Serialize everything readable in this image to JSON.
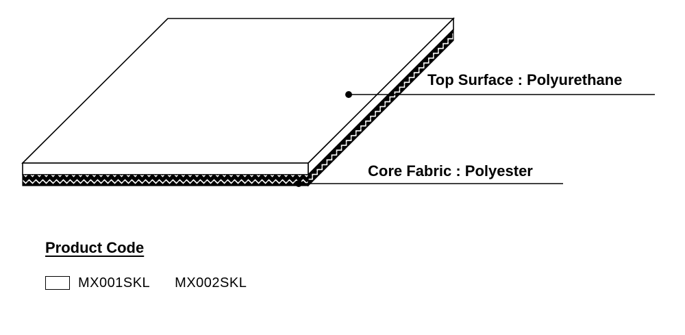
{
  "diagram": {
    "labels": {
      "top_surface": "Top Surface : Polyurethane",
      "core_fabric": "Core Fabric : Polyester"
    }
  },
  "legend": {
    "title": "Product Code",
    "codes": [
      "MX001SKL",
      "MX002SKL"
    ]
  }
}
